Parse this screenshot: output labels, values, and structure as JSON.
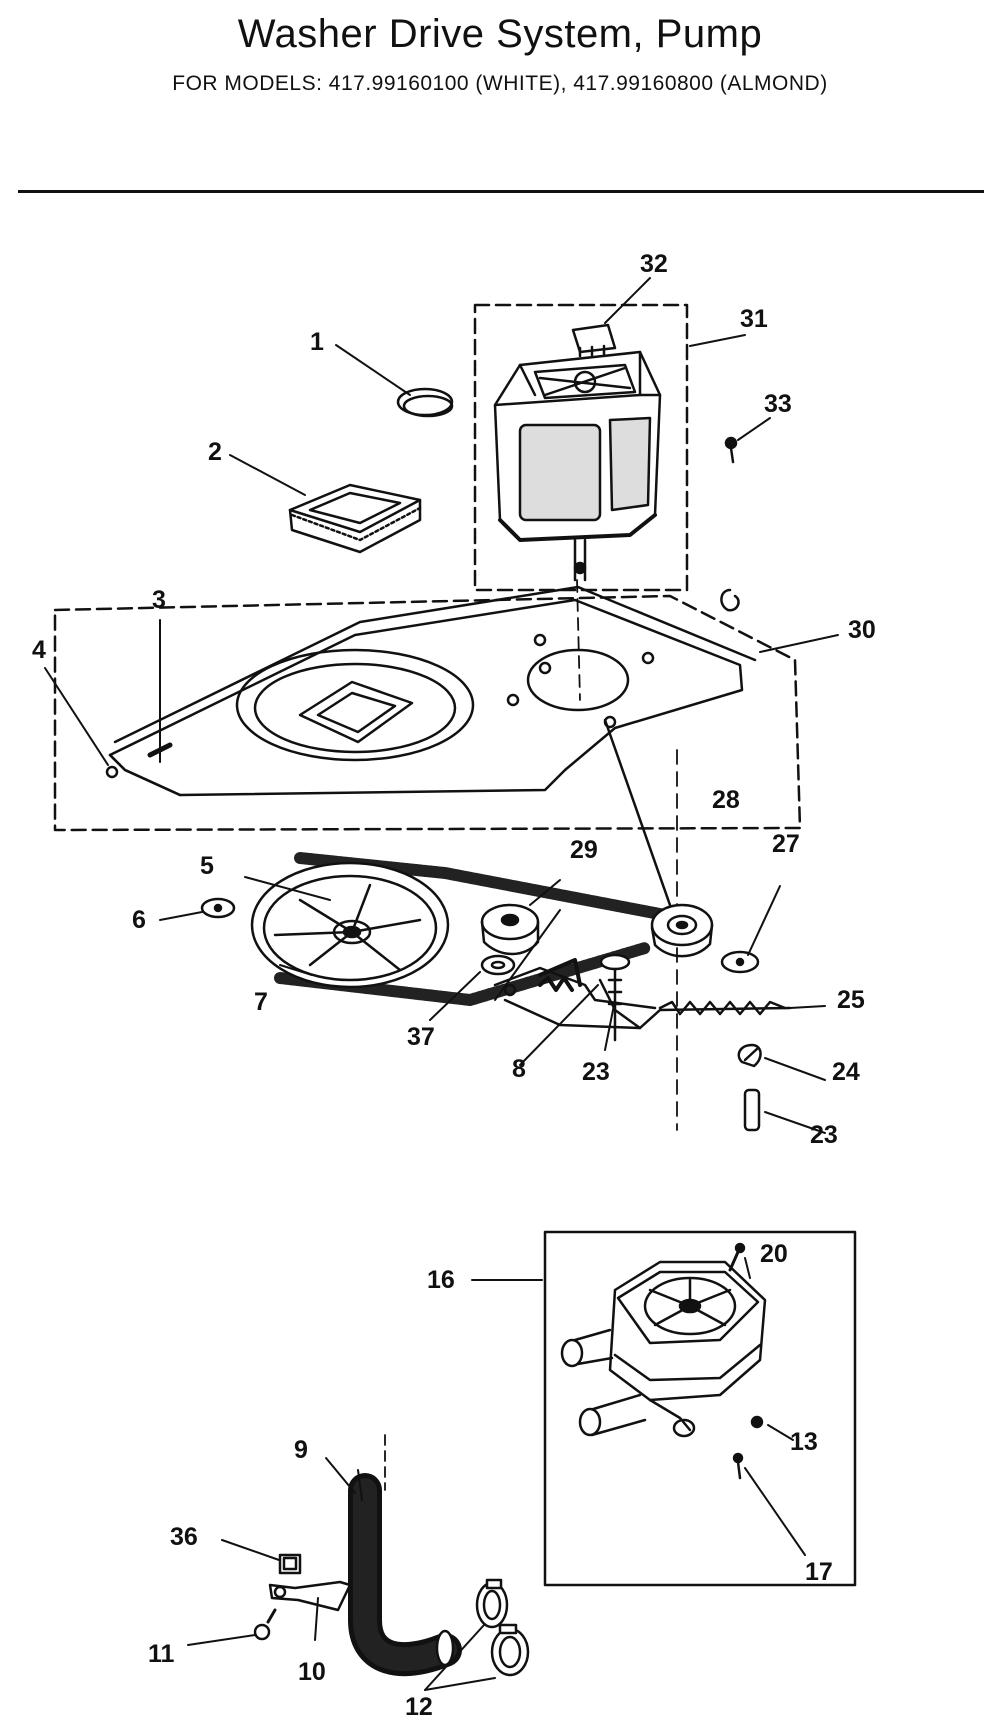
{
  "header": {
    "title": "Washer Drive System, Pump",
    "subtitle": "FOR MODELS:  417.99160100  (WHITE), 417.99160800  (ALMOND)"
  },
  "callouts": {
    "c1": "1",
    "c2": "2",
    "c3": "3",
    "c4": "4",
    "c5": "5",
    "c6": "6",
    "c7": "7",
    "c8": "8",
    "c9": "9",
    "c10": "10",
    "c11": "11",
    "c12": "12",
    "c13": "13",
    "c16": "16",
    "c17": "17",
    "c20": "20",
    "c23a": "23",
    "c23b": "23",
    "c24": "24",
    "c25": "25",
    "c27": "27",
    "c28": "28",
    "c29": "29",
    "c30": "30",
    "c31": "31",
    "c32": "32",
    "c33": "33",
    "c36": "36",
    "c37": "37"
  },
  "colors": {
    "ink": "#111111",
    "paper": "#ffffff"
  }
}
